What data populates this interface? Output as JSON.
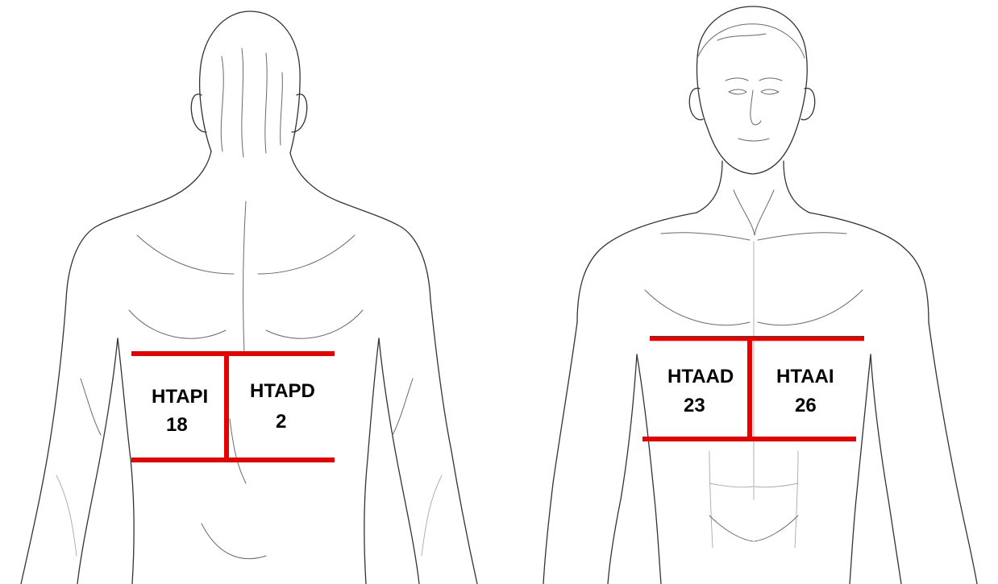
{
  "colors": {
    "divider": "#e60000",
    "outline": "#333333"
  },
  "back_view": {
    "left_region": {
      "code": "HTAPI",
      "value": "18"
    },
    "right_region": {
      "code": "HTAPD",
      "value": "2"
    }
  },
  "front_view": {
    "left_region": {
      "code": "HTAAD",
      "value": "23"
    },
    "right_region": {
      "code": "HTAAI",
      "value": "26"
    }
  }
}
